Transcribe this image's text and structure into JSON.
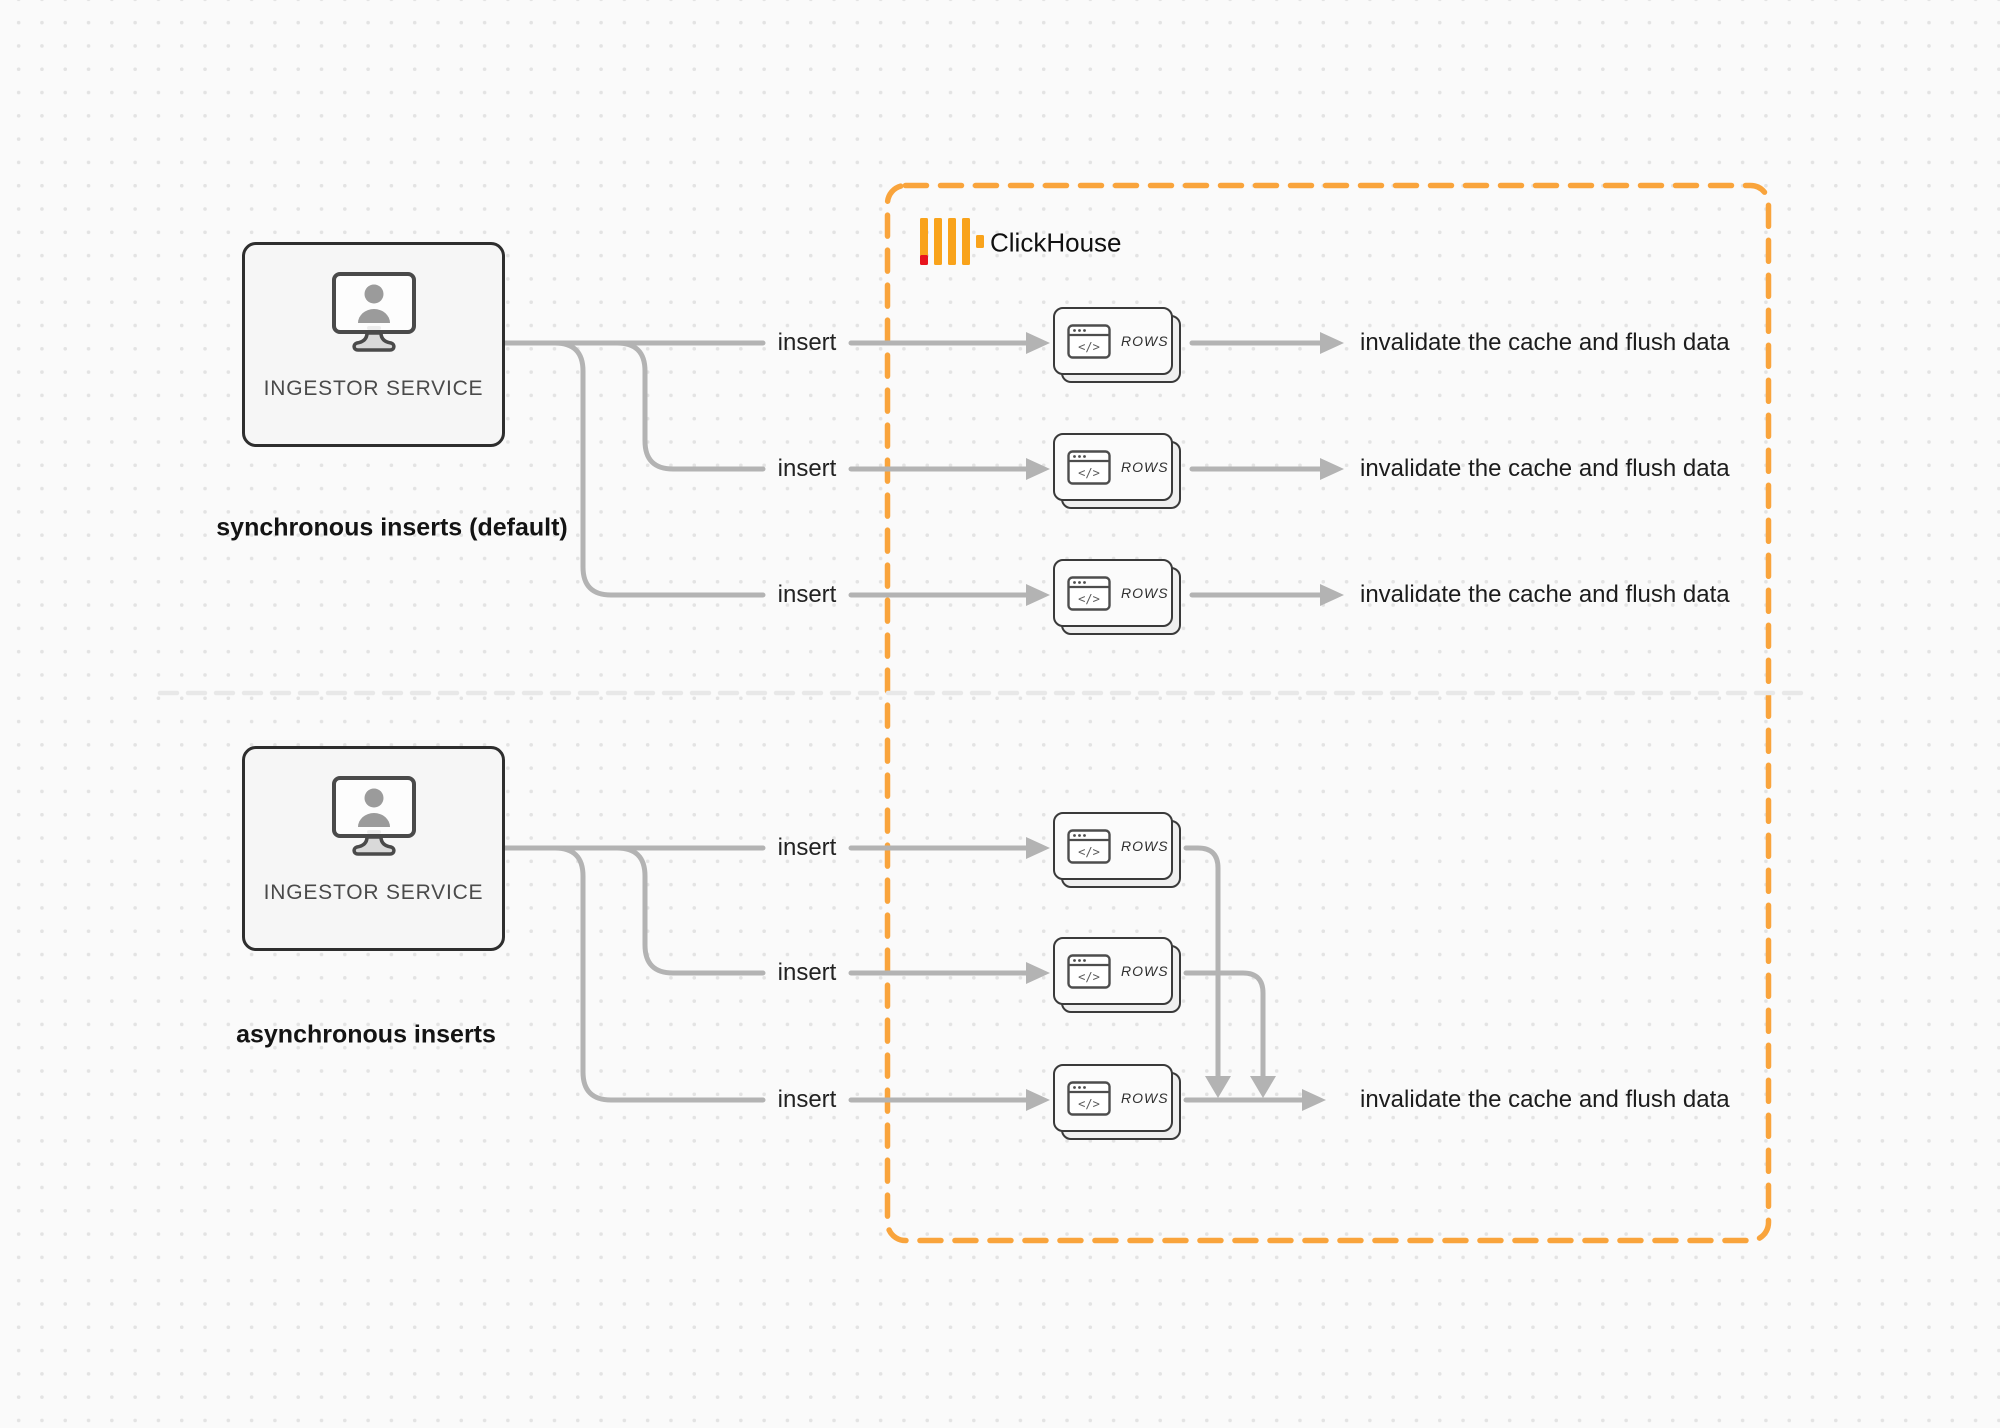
{
  "labels": {
    "ingestor": "INGESTOR SERVICE",
    "sync_caption": "synchronous inserts (default)",
    "async_caption": "asynchronous inserts",
    "insert": "insert",
    "rows": "ROWS",
    "invalidate": "invalidate the cache and flush data",
    "clickhouse": "ClickHouse",
    "window_code_glyph": "</>"
  },
  "icons": {
    "monitor_user": "monitor-with-user-silhouette",
    "window_code": "browser-window-code",
    "clickhouse_logo": "clickhouse-bars-logo"
  },
  "colors": {
    "accent_orange": "#F9A43C",
    "logo_yellow": "#F9A31B",
    "logo_red": "#E8141E",
    "connector_gray": "#b3b3b3",
    "divider_gray": "#e8e8e8",
    "node_border": "#2e2e2e",
    "text_dark": "#1c1c1c"
  }
}
